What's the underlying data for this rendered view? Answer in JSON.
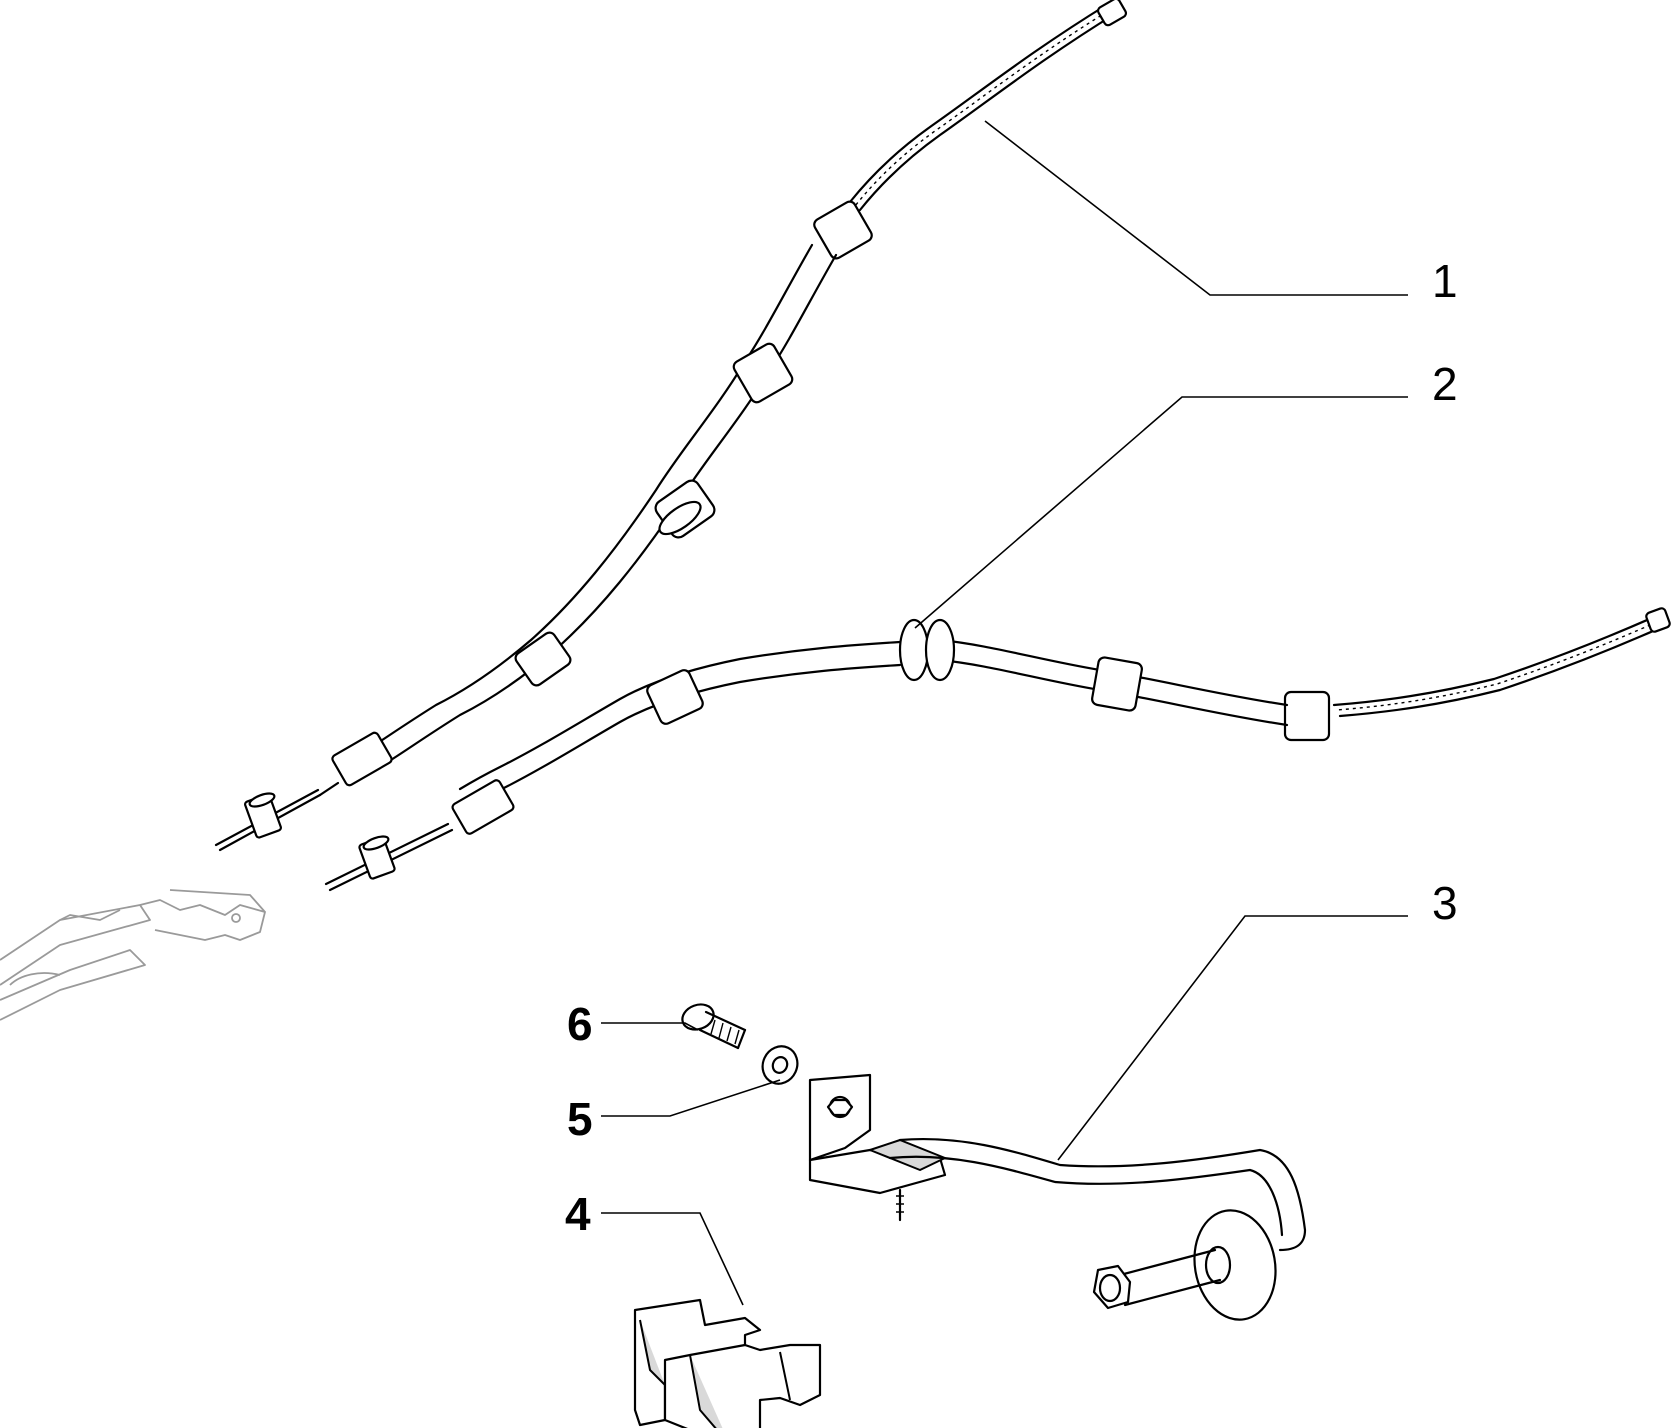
{
  "diagram": {
    "callouts": [
      {
        "id": "1",
        "label": "1"
      },
      {
        "id": "2",
        "label": "2"
      },
      {
        "id": "3",
        "label": "3"
      },
      {
        "id": "4",
        "label": "4"
      },
      {
        "id": "5",
        "label": "5"
      },
      {
        "id": "6",
        "label": "6"
      }
    ],
    "colors": {
      "line": "#000000",
      "background": "#ffffff",
      "ghost": "#9a9a9a"
    }
  }
}
